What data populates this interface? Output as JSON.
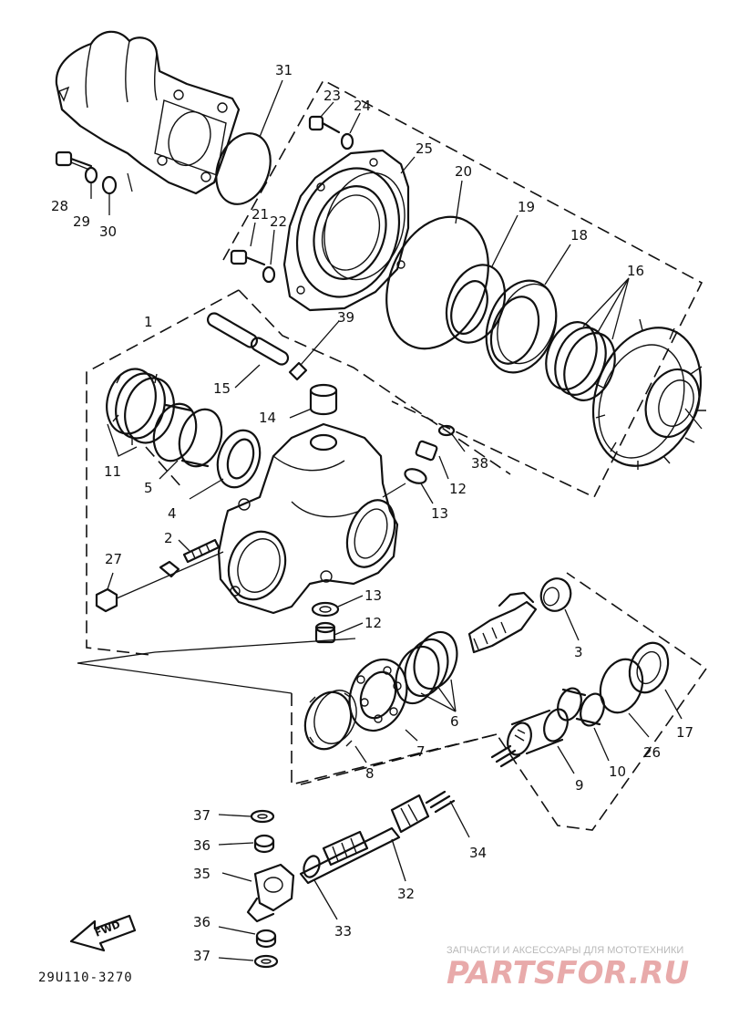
{
  "diagram": {
    "callouts": [
      "1",
      "2",
      "3",
      "4",
      "5",
      "6",
      "7",
      "8",
      "9",
      "10",
      "11",
      "12",
      "12",
      "13",
      "13",
      "14",
      "15",
      "16",
      "17",
      "18",
      "19",
      "20",
      "21",
      "22",
      "23",
      "24",
      "25",
      "26",
      "27",
      "28",
      "29",
      "30",
      "31",
      "32",
      "33",
      "34",
      "35",
      "36",
      "36",
      "37",
      "37",
      "38",
      "39"
    ],
    "fwd_label": "FWD",
    "drawing_code": "29U110-3270"
  },
  "watermark": {
    "top_line": "ЗАПЧАСТИ И АКСЕССУАРЫ ДЛЯ МОТОТЕХНИКИ",
    "brand": "PARTSFOR.RU"
  },
  "colors": {
    "ink": "#111111",
    "watermark_red": "#e8aaaa",
    "watermark_grey": "#b9b9b9"
  }
}
